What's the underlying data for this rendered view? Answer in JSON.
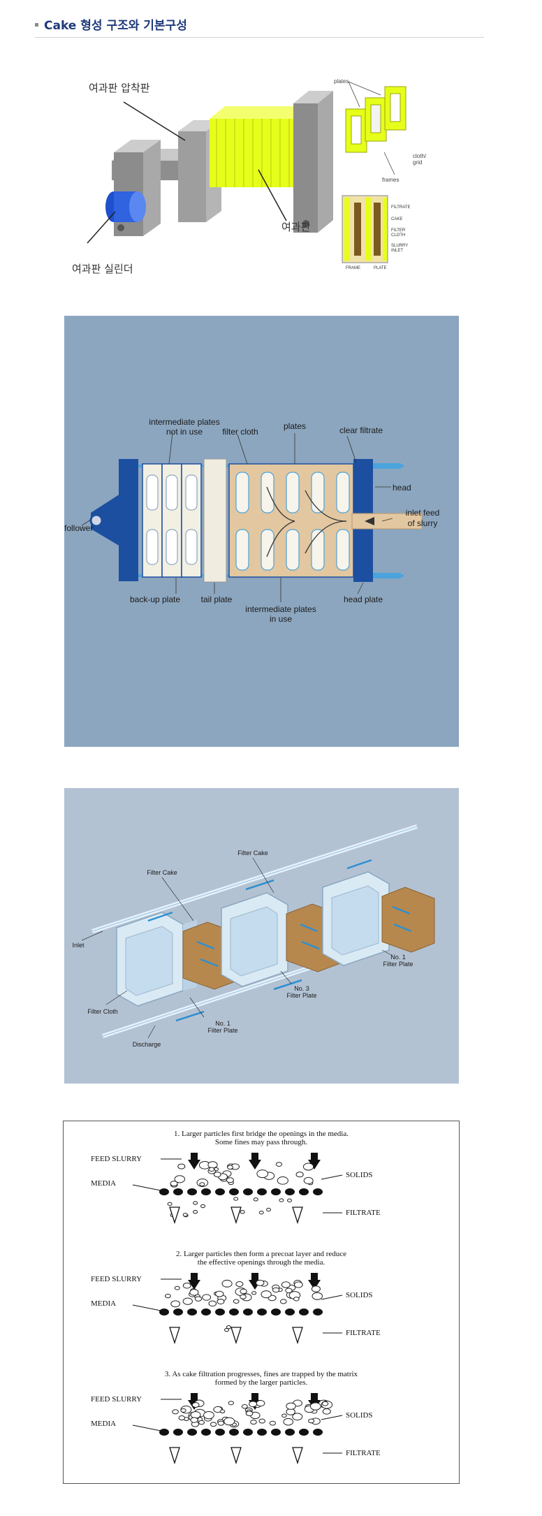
{
  "section": {
    "title": "Cake 형성 구조와 기본구성"
  },
  "figure1": {
    "labels": {
      "press_plate": "여과판 압착판",
      "plate": "여과판",
      "cylinder": "여과판 실린더"
    },
    "inset_top": {
      "plates": "plates",
      "cloth_grid_1": "cloth/",
      "cloth_grid_2": "grid",
      "frames": "frames"
    },
    "inset_bottom": {
      "filtrate": "FILTRATE",
      "cake": "CAKE",
      "filter_1": "FILTER",
      "filter_2": "CLOTH",
      "slurry_1": "SLURRY",
      "slurry_2": "INLET",
      "frame": "FRAME",
      "plate": "PLATE"
    },
    "colors": {
      "cylinder": "#2f63e0",
      "plates": "#e6ff1a",
      "body": "#9a9a9a"
    }
  },
  "figure2": {
    "labels": {
      "int_not_1": "intermediate plates",
      "int_not_2": "not in use",
      "filter_cloth": "filter cloth",
      "plates": "plates",
      "clear_filtrate": "clear filtrate",
      "head": "head",
      "inlet_1": "inlet feed",
      "inlet_2": "of slurry",
      "follower": "follower",
      "backup": "back-up plate",
      "tail": "tail plate",
      "int_use_1": "intermediate plates",
      "int_use_2": "in use",
      "head_plate": "head plate"
    },
    "colors": {
      "background": "#8ca6bf",
      "steel": "#1c4fa0",
      "cake": "#e2c7a0",
      "pipe": "#4ba3dc"
    }
  },
  "figure3": {
    "labels": {
      "filter_cake_top": "Filter Cake",
      "filter_cake_left": "Filter Cake",
      "inlet": "Inlet",
      "filter_cloth": "Filter Cloth",
      "discharge": "Discharge",
      "no1_bottom_1": "No. 1",
      "no1_bottom_2": "Filter Plate",
      "no3_1": "No. 3",
      "no3_2": "Filter Plate",
      "no1_right_1": "No. 1",
      "no1_right_2": "Filter Plate"
    },
    "colors": {
      "background": "#b3c2d3",
      "cake": "#b7884e",
      "plate": "#d9eaf5",
      "arrow": "#2e8fd0"
    }
  },
  "figure4": {
    "stages": [
      {
        "caption_1": "1. Larger particles first bridge the openings in the media.",
        "caption_2": "Some fines may pass through.",
        "feed": "FEED SLURRY",
        "media": "MEDIA",
        "solids": "SOLIDS",
        "filtrate": "FILTRATE"
      },
      {
        "caption_1": "2. Larger particles then form a precoat layer and reduce",
        "caption_2": "the effective openings through the media.",
        "feed": "FEED SLURRY",
        "media": "MEDIA",
        "solids": "SOLIDS",
        "filtrate": "FILTRATE"
      },
      {
        "caption_1": "3. As cake filtration progresses, fines are trapped by the matrix",
        "caption_2": "formed by the larger particles.",
        "feed": "FEED SLURRY",
        "media": "MEDIA",
        "solids": "SOLIDS",
        "filtrate": "FILTRATE"
      }
    ]
  }
}
